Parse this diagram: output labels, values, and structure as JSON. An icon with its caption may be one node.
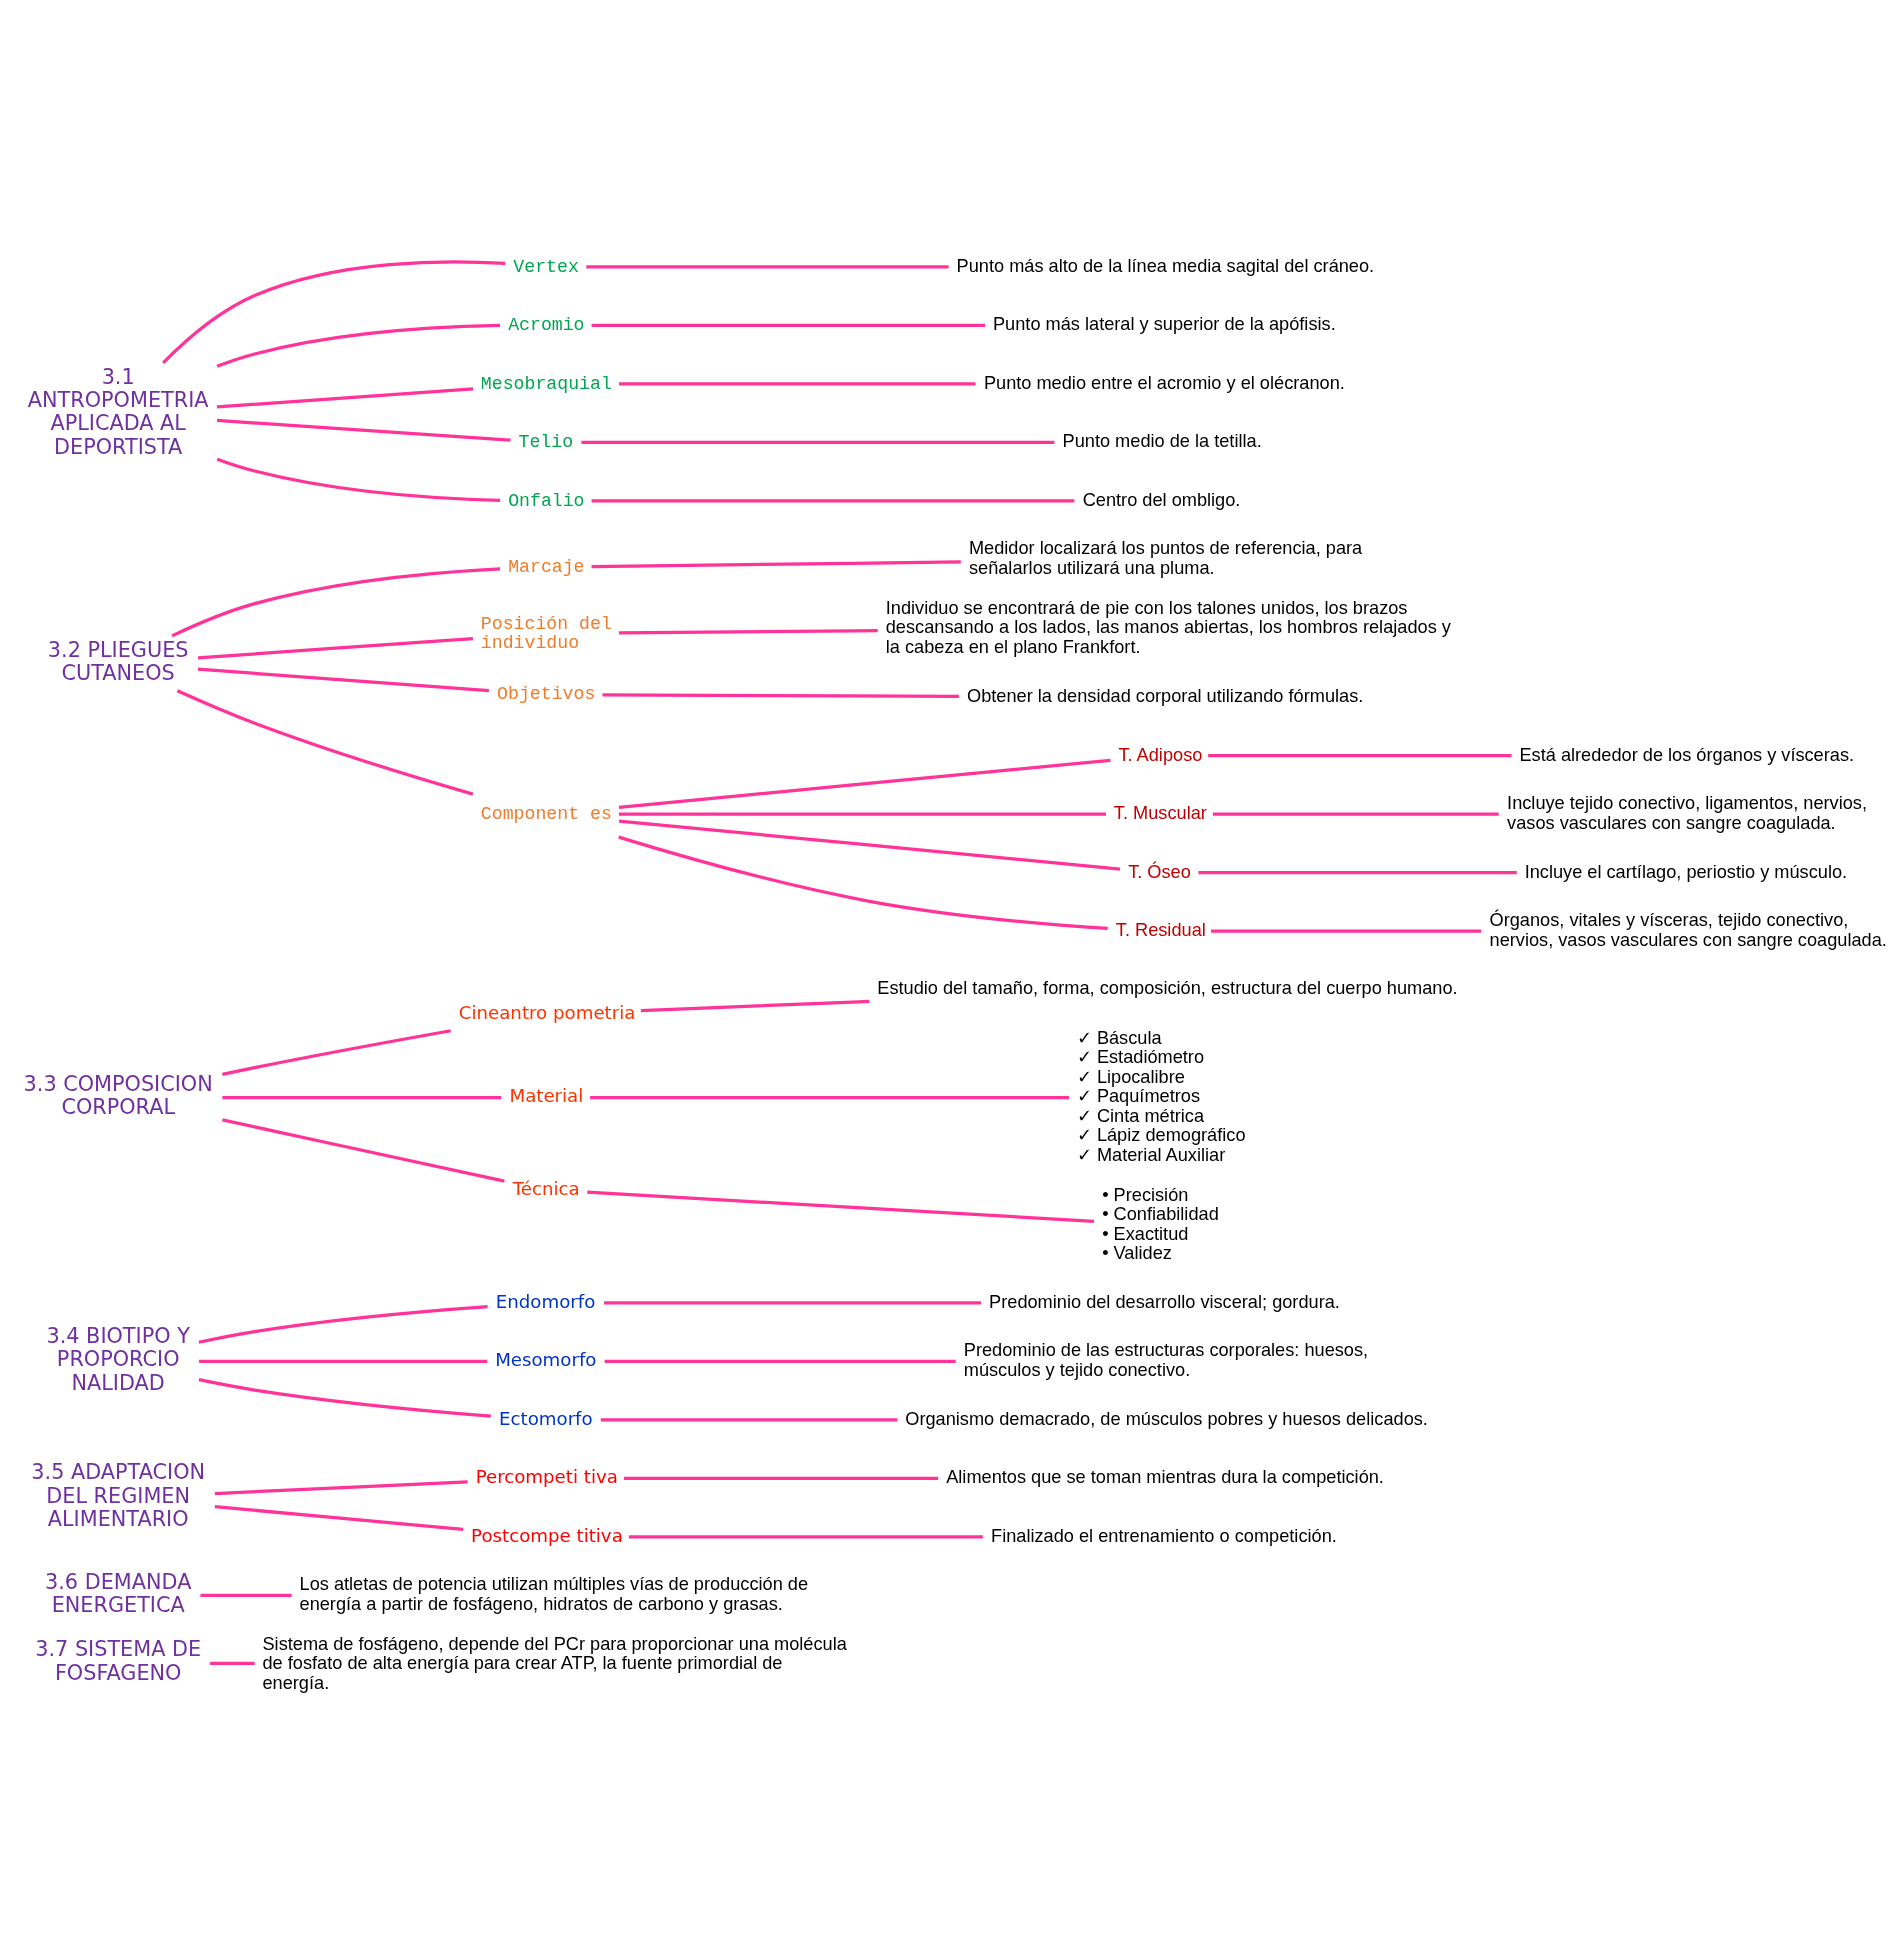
{
  "diagram": {
    "nodes": [
      {
        "text": [
          "3.1 ANTROPOMETRIA APLICADA AL DEPORTISTA"
        ]
      },
      {
        "text": [
          "Vertex"
        ]
      },
      {
        "text": [
          "Punto más alto de la línea media sagital del cráneo."
        ]
      },
      {
        "text": [
          "Acromio"
        ]
      },
      {
        "text": [
          "Punto más lateral y superior de la apófisis."
        ]
      },
      {
        "text": [
          "Mesobraquial"
        ]
      },
      {
        "text": [
          "Punto medio entre el acromio y el olécranon."
        ]
      },
      {
        "text": [
          "Telio"
        ]
      },
      {
        "text": [
          "Punto medio de la tetilla."
        ]
      },
      {
        "text": [
          "Onfalio"
        ]
      },
      {
        "text": [
          "Centro del ombligo."
        ]
      },
      {
        "text": [
          "3.2 PLIEGUES CUTANEOS"
        ]
      },
      {
        "text": [
          "Marcaje"
        ]
      },
      {
        "text": [
          "Medidor localizará los puntos de referencia, para señalarlos utilizará una pluma."
        ]
      },
      {
        "text": [
          "Posición del individuo"
        ]
      },
      {
        "text": [
          "Individuo se encontrará de pie con los talones unidos, los brazos descansando a los lados, las manos abiertas, los hombros relajados y la cabeza en el plano Frankfort."
        ]
      },
      {
        "text": [
          "Objetivos"
        ]
      },
      {
        "text": [
          "Obtener la densidad corporal utilizando fórmulas."
        ]
      },
      {
        "text": [
          "Component es"
        ]
      },
      {
        "text": [
          "T. Adiposo"
        ]
      },
      {
        "text": [
          "Está alrededor de los órganos y vísceras."
        ]
      },
      {
        "text": [
          "T. Muscular"
        ]
      },
      {
        "text": [
          "Incluye tejido conectivo, ligamentos, nervios, vasos vasculares con sangre coagulada."
        ]
      },
      {
        "text": [
          "T. Óseo"
        ]
      },
      {
        "text": [
          "Incluye el cartílago, periostio y músculo."
        ]
      },
      {
        "text": [
          "T. Residual"
        ]
      },
      {
        "text": [
          "Órganos, vitales y vísceras, tejido conectivo, nervios, vasos vasculares con sangre coagulada."
        ]
      },
      {
        "text": [
          "3.3 COMPOSICION CORPORAL"
        ]
      },
      {
        "text": [
          "Cineantro pometria"
        ]
      },
      {
        "text": [
          "Estudio del tamaño, forma, composición, estructura del cuerpo humano."
        ]
      },
      {
        "text": [
          "Material"
        ]
      },
      {
        "text": [
          "✓ Báscula",
          "✓ Estadiómetro",
          "✓ Lipocalibre",
          "✓ Paquímetros",
          "✓ Cinta métrica",
          "✓ Lápiz demográfico",
          "✓ Material Auxiliar"
        ]
      },
      {
        "text": [
          "Técnica"
        ]
      },
      {
        "text": [
          "• Precisión",
          "• Confiabilidad",
          "• Exactitud",
          "• Validez"
        ]
      },
      {
        "text": [
          "3.4 BIOTIPO Y PROPORCIO NALIDAD"
        ]
      },
      {
        "text": [
          "Endomorfo"
        ]
      },
      {
        "text": [
          "Predominio del desarrollo visceral; gordura."
        ]
      },
      {
        "text": [
          "Mesomorfo"
        ]
      },
      {
        "text": [
          "Predominio de las estructuras corporales: huesos, músculos y tejido conectivo."
        ]
      },
      {
        "text": [
          "Ectomorfo"
        ]
      },
      {
        "text": [
          "Organismo demacrado, de músculos pobres y huesos delicados."
        ]
      },
      {
        "text": [
          "3.5 ADAPTACION DEL REGIMEN ALIMENTARIO"
        ]
      },
      {
        "text": [
          "Percompeti tiva"
        ]
      },
      {
        "text": [
          "Alimentos que se toman mientras dura la competición."
        ]
      },
      {
        "text": [
          "Postcompe titiva"
        ]
      },
      {
        "text": [
          "Finalizado el entrenamiento o competición."
        ]
      },
      {
        "text": [
          "3.6 DEMANDA ENERGETICA"
        ]
      },
      {
        "text": [
          "Los atletas de potencia utilizan múltiples vías de producción de energía a partir de fosfágeno, hidratos de carbono y grasas."
        ]
      },
      {
        "text": [
          "3.7 SISTEMA DE FOSFAGENO"
        ]
      },
      {
        "text": [
          "Sistema de fosfágeno, depende del PCr para proporcionar una molécula de fosfato de alta energía para crear ATP, la fuente primordial de energía."
        ]
      }
    ],
    "edges": [
      {
        "from": 0,
        "to": 1,
        "arrow": "none"
      },
      {
        "from": 0,
        "to": 3,
        "arrow": "none"
      },
      {
        "from": 0,
        "to": 5,
        "arrow": "none"
      },
      {
        "from": 0,
        "to": 7,
        "arrow": "none"
      },
      {
        "from": 0,
        "to": 9,
        "arrow": "none"
      },
      {
        "from": 1,
        "to": 2,
        "arrow": "none"
      },
      {
        "from": 3,
        "to": 4,
        "arrow": "none"
      },
      {
        "from": 5,
        "to": 6,
        "arrow": "none"
      },
      {
        "from": 7,
        "to": 8,
        "arrow": "none"
      },
      {
        "from": 9,
        "to": 10,
        "arrow": "none"
      },
      {
        "from": 11,
        "to": 12,
        "arrow": "none"
      },
      {
        "from": 11,
        "to": 14,
        "arrow": "none"
      },
      {
        "from": 11,
        "to": 16,
        "arrow": "none"
      },
      {
        "from": 11,
        "to": 18,
        "arrow": "none"
      },
      {
        "from": 12,
        "to": 13,
        "arrow": "none"
      },
      {
        "from": 14,
        "to": 15,
        "arrow": "none"
      },
      {
        "from": 16,
        "to": 17,
        "arrow": "none"
      },
      {
        "from": 18,
        "to": 19,
        "arrow": "none"
      },
      {
        "from": 18,
        "to": 21,
        "arrow": "none"
      },
      {
        "from": 18,
        "to": 23,
        "arrow": "none"
      },
      {
        "from": 18,
        "to": 25,
        "arrow": "none"
      },
      {
        "from": 19,
        "to": 20,
        "arrow": "none"
      },
      {
        "from": 21,
        "to": 22,
        "arrow": "none"
      },
      {
        "from": 23,
        "to": 24,
        "arrow": "none"
      },
      {
        "from": 25,
        "to": 26,
        "arrow": "none"
      },
      {
        "from": 27,
        "to": 28,
        "arrow": "none"
      },
      {
        "from": 27,
        "to": 30,
        "arrow": "none"
      },
      {
        "from": 27,
        "to": 32,
        "arrow": "none"
      },
      {
        "from": 28,
        "to": 29,
        "arrow": "none"
      },
      {
        "from": 30,
        "to": 31,
        "arrow": "none"
      },
      {
        "from": 32,
        "to": 33,
        "arrow": "none"
      },
      {
        "from": 34,
        "to": 35,
        "arrow": "none"
      },
      {
        "from": 34,
        "to": 37,
        "arrow": "none"
      },
      {
        "from": 34,
        "to": 39,
        "arrow": "none"
      },
      {
        "from": 35,
        "to": 36,
        "arrow": "none"
      },
      {
        "from": 37,
        "to": 38,
        "arrow": "none"
      },
      {
        "from": 39,
        "to": 40,
        "arrow": "none"
      },
      {
        "from": 41,
        "to": 42,
        "arrow": "none"
      },
      {
        "from": 41,
        "to": 44,
        "arrow": "none"
      },
      {
        "from": 42,
        "to": 43,
        "arrow": "none"
      },
      {
        "from": 44,
        "to": 45,
        "arrow": "none"
      },
      {
        "from": 46,
        "to": 47,
        "arrow": "none"
      },
      {
        "from": 48,
        "to": 49,
        "arrow": "none"
      }
    ]
  }
}
